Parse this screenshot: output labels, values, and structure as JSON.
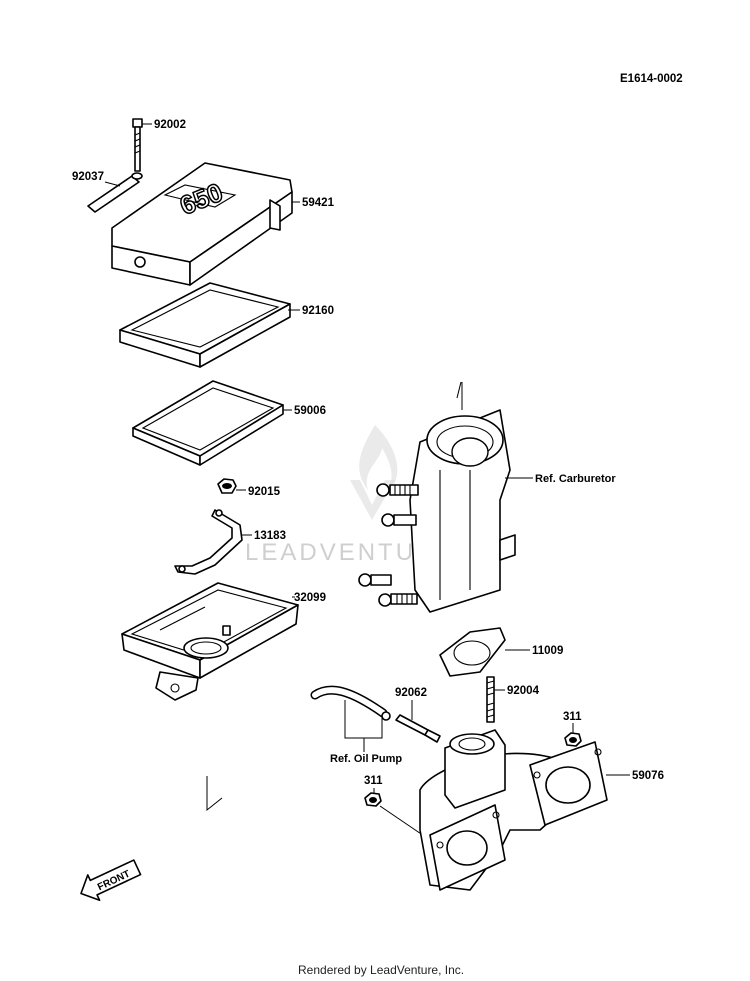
{
  "diagram_code": "E1614-0002",
  "watermark": "LEADVENTURE",
  "footer": "Rendered by LeadVenture, Inc.",
  "front_arrow_label": "FRONT",
  "parts": {
    "p92002": "92002",
    "p92037": "92037",
    "p59421": "59421",
    "p92160": "92160",
    "p59006": "59006",
    "p92015": "92015",
    "p13183": "13183",
    "p32099": "32099",
    "p11009": "11009",
    "p92062": "92062",
    "p92004": "92004",
    "p311a": "311",
    "p311b": "311",
    "p59076": "59076"
  },
  "refs": {
    "carburetor": "Ref. Carburetor",
    "oil_pump": "Ref. Oil Pump"
  },
  "cover_emblem": "650"
}
